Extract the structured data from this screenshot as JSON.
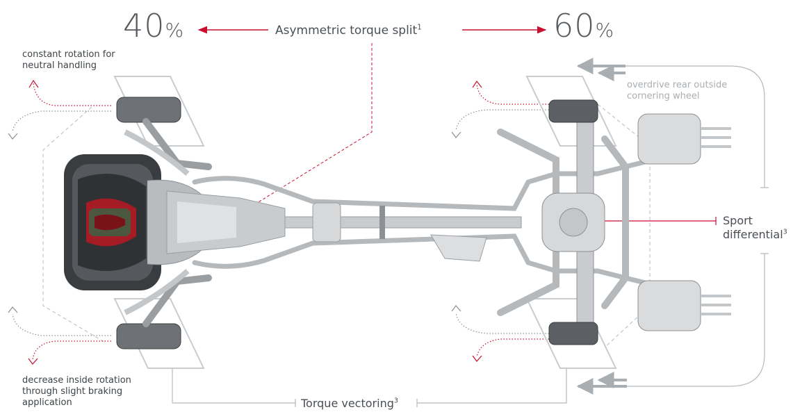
{
  "torque": {
    "front_value": "40",
    "front_unit": "%",
    "rear_value": "60",
    "rear_unit": "%",
    "split_label": "Asymmetric torque split",
    "split_footnote": "1"
  },
  "labels": {
    "sport_line1": "Sport",
    "sport_line2": "differential",
    "sport_footnote": "3",
    "vectoring": "Torque vectoring",
    "vectoring_footnote": "3"
  },
  "notes": {
    "front_top": [
      "constant rotation for",
      "neutral handling"
    ],
    "front_bottom": [
      "decrease inside rotation",
      "through slight braking",
      "application"
    ],
    "rear_top": [
      "overdrive rear outside",
      "cornering wheel"
    ]
  },
  "colors": {
    "accent_red": "#c8102e",
    "text_grey": "#555a5e",
    "line_grey": "#b5b9bc",
    "chassis_light": "#d6d8da",
    "chassis_dark": "#3a3d40",
    "engine_red": "#a51c24",
    "engine_green": "#2f6b4a"
  }
}
